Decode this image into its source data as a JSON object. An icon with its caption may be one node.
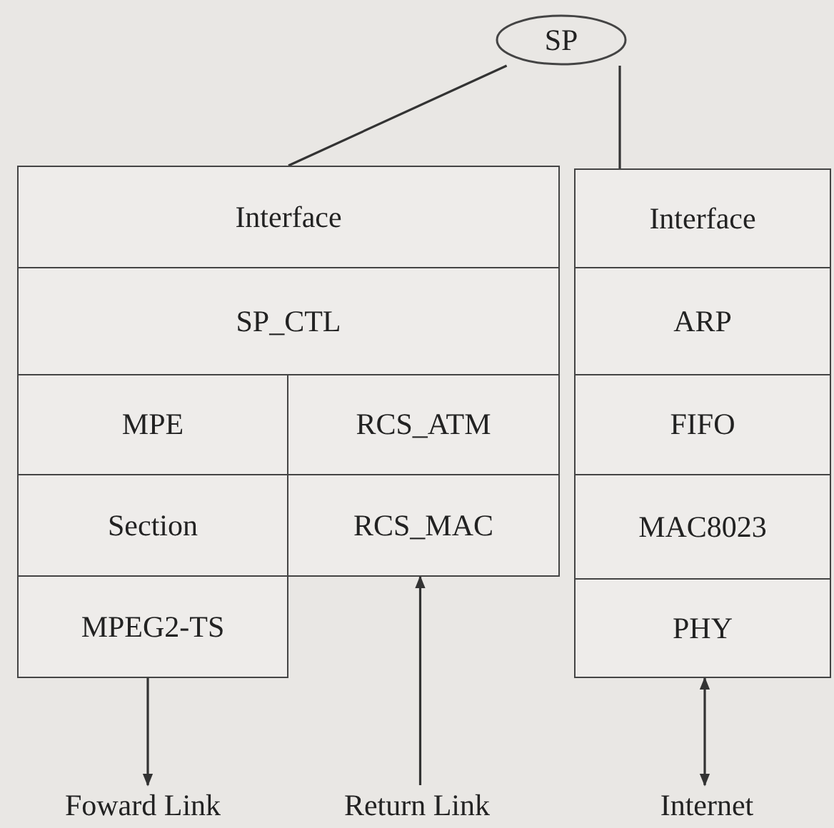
{
  "diagram": {
    "nodes": [
      {
        "text": [
          "SP"
        ]
      },
      {
        "text": [
          "Interface"
        ]
      },
      {
        "text": [
          "SP_CTL"
        ]
      },
      {
        "text": [
          "MPE"
        ]
      },
      {
        "text": [
          "RCS_ATM"
        ]
      },
      {
        "text": [
          "Section"
        ]
      },
      {
        "text": [
          "RCS_MAC"
        ]
      },
      {
        "text": [
          "MPEG2-TS"
        ]
      },
      {
        "text": [
          "Interface"
        ]
      },
      {
        "text": [
          "ARP"
        ]
      },
      {
        "text": [
          "FIFO"
        ]
      },
      {
        "text": [
          "MAC8023"
        ]
      },
      {
        "text": [
          "PHY"
        ]
      },
      {
        "text": [
          "Foward Link"
        ]
      },
      {
        "text": [
          "Return Link"
        ]
      },
      {
        "text": [
          "Internet"
        ]
      }
    ],
    "edges": [
      {
        "from": 0,
        "to": 1,
        "arrow": "none"
      },
      {
        "from": 0,
        "to": 8,
        "arrow": "none"
      },
      {
        "from": 7,
        "to": 13,
        "arrow": "to"
      },
      {
        "from": 14,
        "to": 6,
        "arrow": "to"
      },
      {
        "from": 12,
        "to": 15,
        "arrow": "both"
      }
    ]
  }
}
